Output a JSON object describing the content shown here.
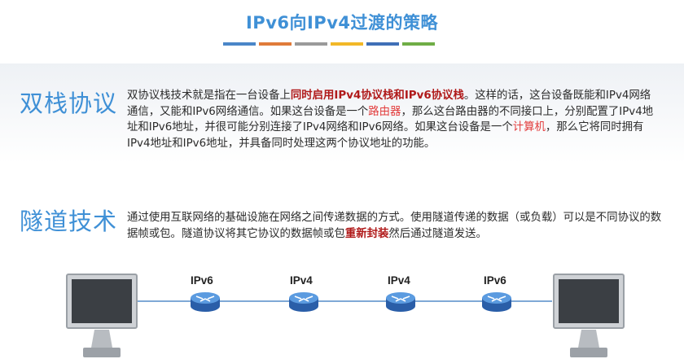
{
  "title": "IPv6向IPv4过渡的策略",
  "accent_colors": [
    "#4a86c8",
    "#e07b39",
    "#9a9a9a",
    "#f2b827",
    "#3f6fb7",
    "#6fad46"
  ],
  "sections": {
    "dual_stack": {
      "heading": "双栈协议",
      "segments": [
        {
          "text": "双协议栈技术就是指在一台设备上",
          "style": "normal"
        },
        {
          "text": "同时启用IPv4协议栈和IPv6协议栈",
          "style": "dark"
        },
        {
          "text": "。这样的话，这台设备既能和IPv4网络通信，又能和IPv6网络通信。如果这台设备是一个",
          "style": "normal"
        },
        {
          "text": "路由器",
          "style": "red"
        },
        {
          "text": "，那么这台路由器的不同接口上，分别配置了IPv4地址和IPv6地址，并很可能分别连接了IPv4网络和IPv6网络。如果这台设备是一个",
          "style": "normal"
        },
        {
          "text": "计算机",
          "style": "red"
        },
        {
          "text": "，那么它将同时拥有IPv4地址和IPv6地址，并具备同时处理这两个协议地址的功能。",
          "style": "normal"
        }
      ]
    },
    "tunnel": {
      "heading": "隧道技术",
      "segments": [
        {
          "text": "通过使用互联网络的基础设施在网络之间传递数据的方式。使用隧道传递的数据（或负载）可以是不同协议的数据帧或包。隧道协议将其它协议的数据帧或包",
          "style": "normal"
        },
        {
          "text": "重新封装",
          "style": "dark"
        },
        {
          "text": "然后通过隧道发送。",
          "style": "normal"
        }
      ]
    }
  },
  "network": {
    "labels": [
      "IPv6",
      "IPv4",
      "IPv4",
      "IPv6"
    ]
  }
}
